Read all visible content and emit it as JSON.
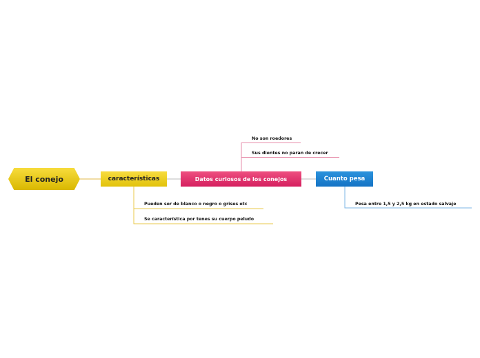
{
  "nodes": {
    "root": "El conejo",
    "caracteristicas": "características",
    "datos": "Datos curiosos de los conejos",
    "cuanto": "Cuanto pesa"
  },
  "leaves": {
    "no_roedores": "No son roedores",
    "dientes": "Sus dientes no paran de crecer",
    "colores": "Pueden ser de blanco o negro o grises etc",
    "peludo": "Se característica por tenes su cuerpo peludo",
    "peso": "Pesa entre 1,5 y 2,5 kg en estado salvaje"
  },
  "colors": {
    "yellow": "#e2c20a",
    "pink": "#d51f5f",
    "blue": "#1473c4"
  }
}
